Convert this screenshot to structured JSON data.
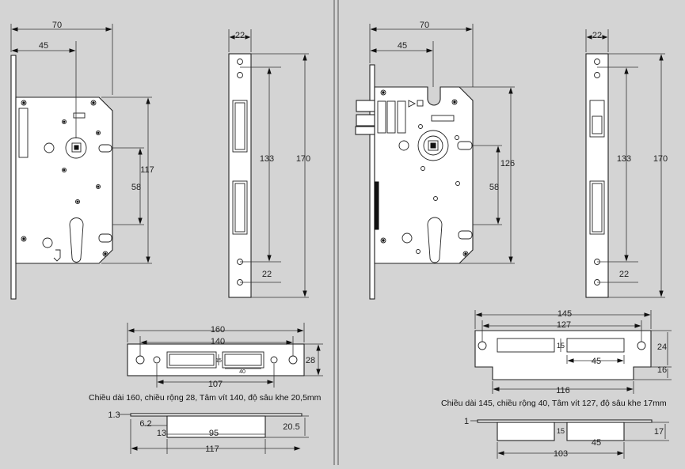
{
  "left": {
    "dims": {
      "width_70": "70",
      "backset_45": "45",
      "height_117": "117",
      "center_58": "58",
      "faceplate_width_22": "22",
      "screw_133": "133",
      "faceplate_length_170": "170",
      "bottom_22": "22"
    },
    "strike": {
      "length_160": "160",
      "screw_140": "140",
      "slot_107": "107",
      "width_28": "28",
      "inner_15": "15",
      "inner_40": "40",
      "thickness_1_3": "1.3",
      "step_6_2": "6.2",
      "lip_13": "13",
      "base_95": "95",
      "depth_20_5": "20.5",
      "overall_117": "117"
    },
    "caption": "Chiều dài 160, chiều rộng 28, Tâm vít 140, độ sâu khe 20,5mm"
  },
  "right": {
    "dims": {
      "width_70": "70",
      "backset_45": "45",
      "height_126": "126",
      "center_58": "58",
      "faceplate_width_22": "22",
      "screw_133": "133",
      "faceplate_length_170": "170",
      "bottom_22": "22"
    },
    "strike": {
      "length_145": "145",
      "screw_127": "127",
      "inner_15": "15",
      "slot_45": "45",
      "width_24": "24",
      "lip_16": "16",
      "base_116": "116",
      "thickness_1": "1",
      "inner_15_b": "15",
      "slot_45_b": "45",
      "depth_17": "17",
      "overall_103": "103"
    },
    "caption": "Chiều dài 145, chiều rộng 40, Tâm vít 127, độ sâu khe 17mm"
  }
}
